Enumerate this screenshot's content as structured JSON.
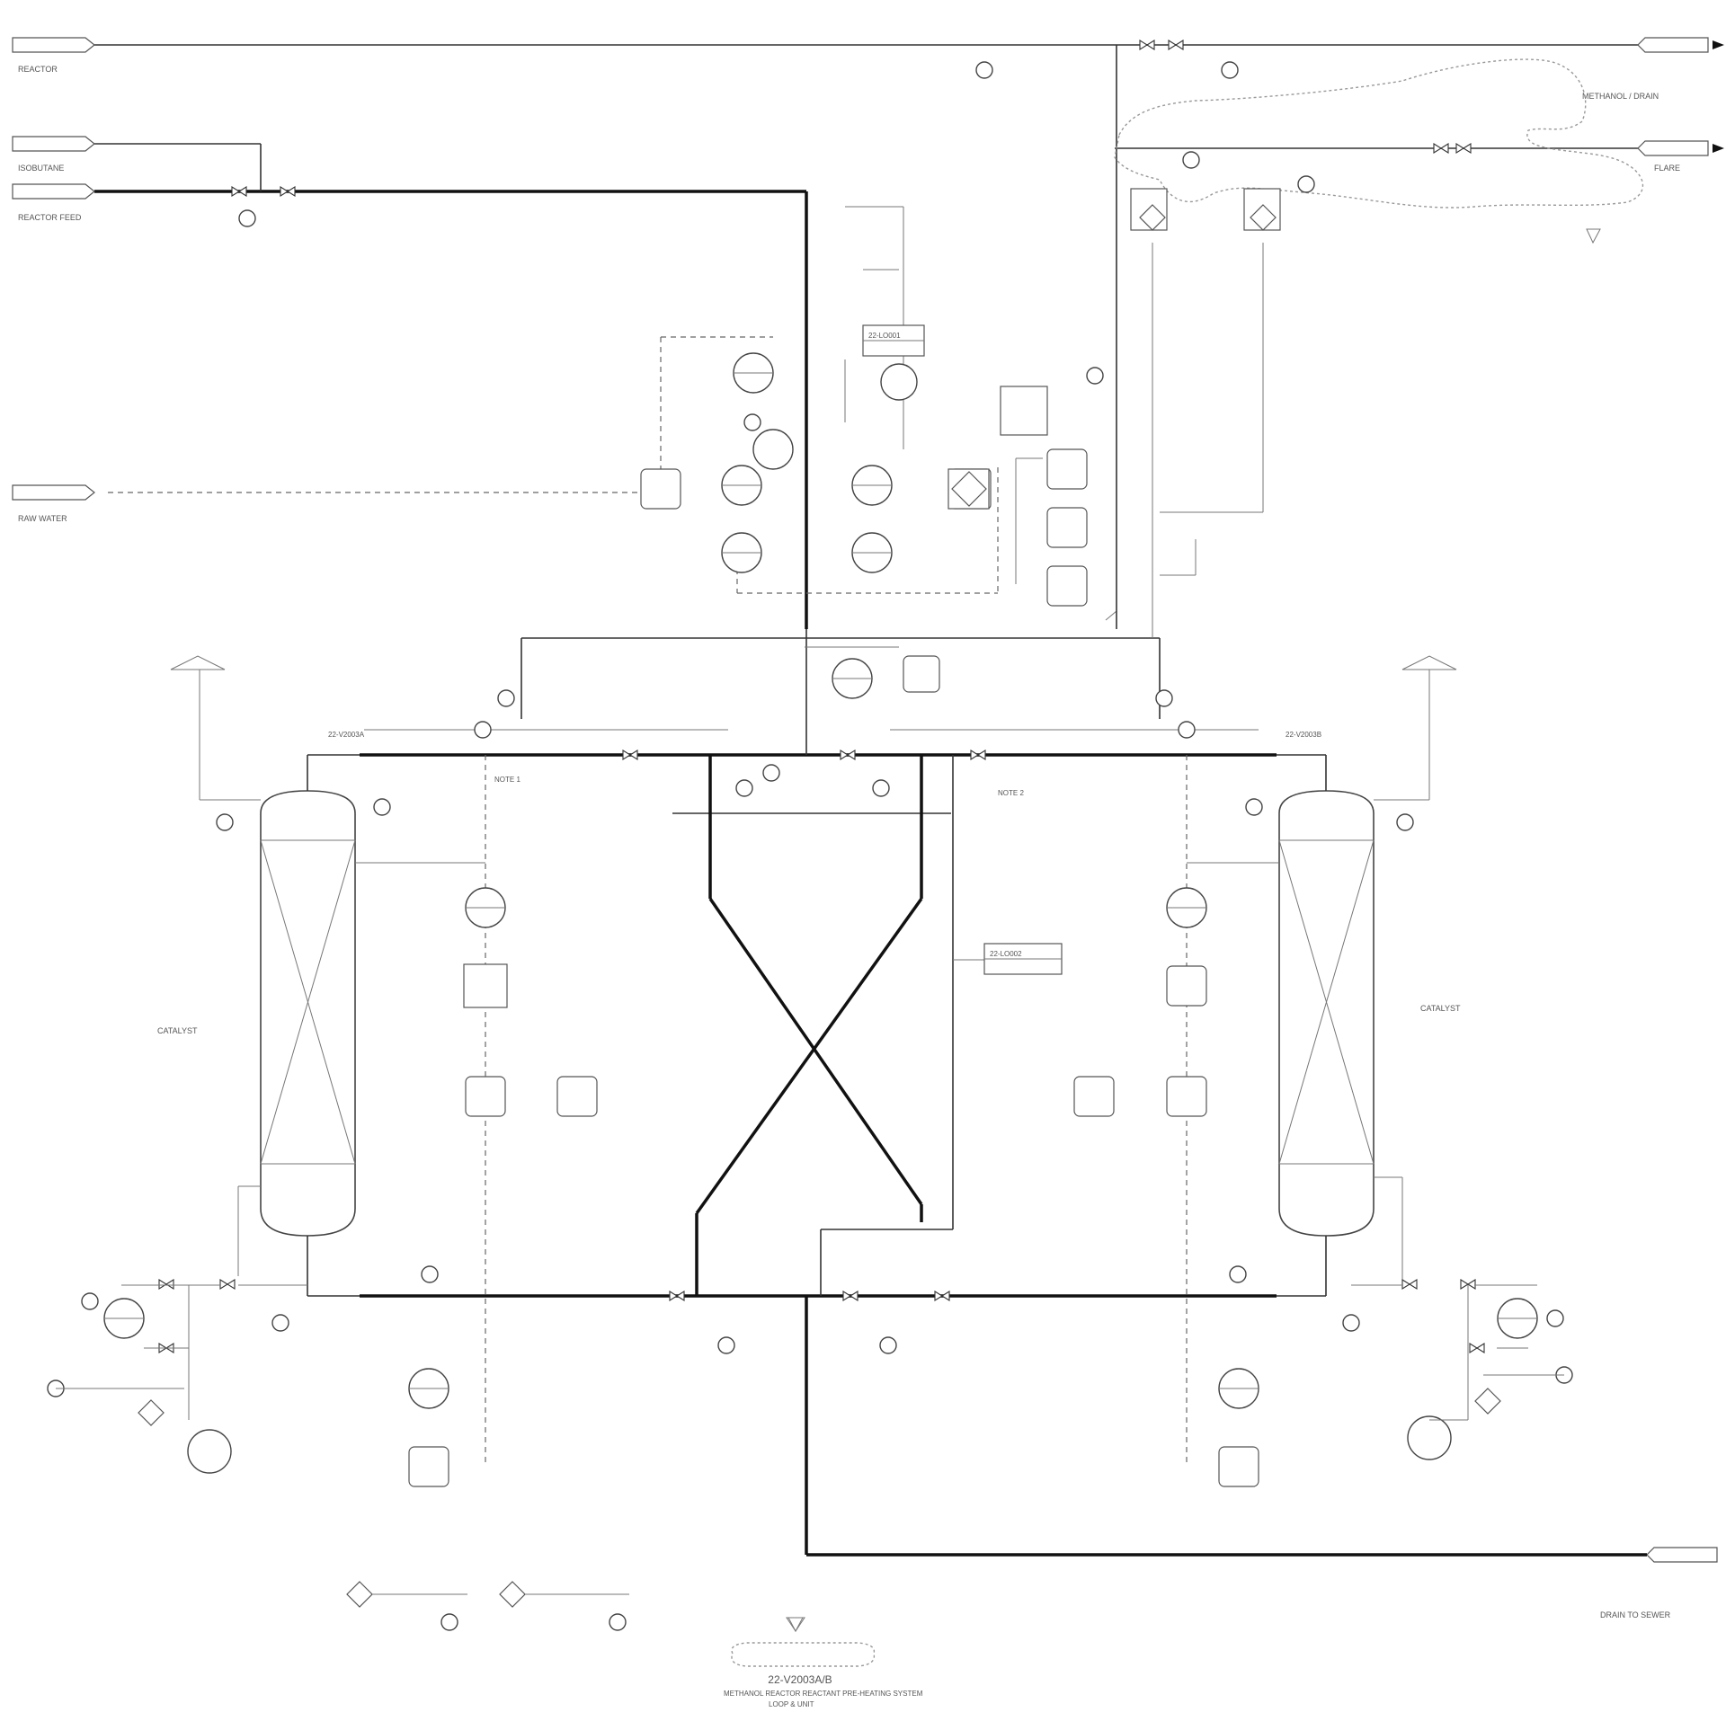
{
  "drawing": {
    "title": "22-V2003A/B",
    "subtitle": "METHANOL REACTOR REACTANT PRE-HEATING SYSTEM",
    "subtitle2": "LOOP & UNIT"
  },
  "vessels": {
    "left_tag": "22-V2003A",
    "left_name": "CATALYST",
    "right_tag": "22-V2003B",
    "right_name": "CATALYST"
  },
  "offpage_connectors": {
    "top_left_1": "REACTOR",
    "top_left_2": "ISOBUTANE",
    "top_left_3": "REACTOR FEED",
    "mid_left": "RAW WATER",
    "top_right_1": "METHANOL / DRAIN",
    "top_right_2": "FLARE",
    "bottom_right": "DRAIN TO SEWER"
  },
  "notes": {
    "ref_box_1": "22-LO001",
    "ref_box_2": "22-LO002",
    "valve_note_left": "NOTE 1",
    "valve_note_right": "NOTE 2"
  },
  "colors": {
    "line": "#222222",
    "thin_line": "#777777",
    "cloud": "#999999"
  }
}
